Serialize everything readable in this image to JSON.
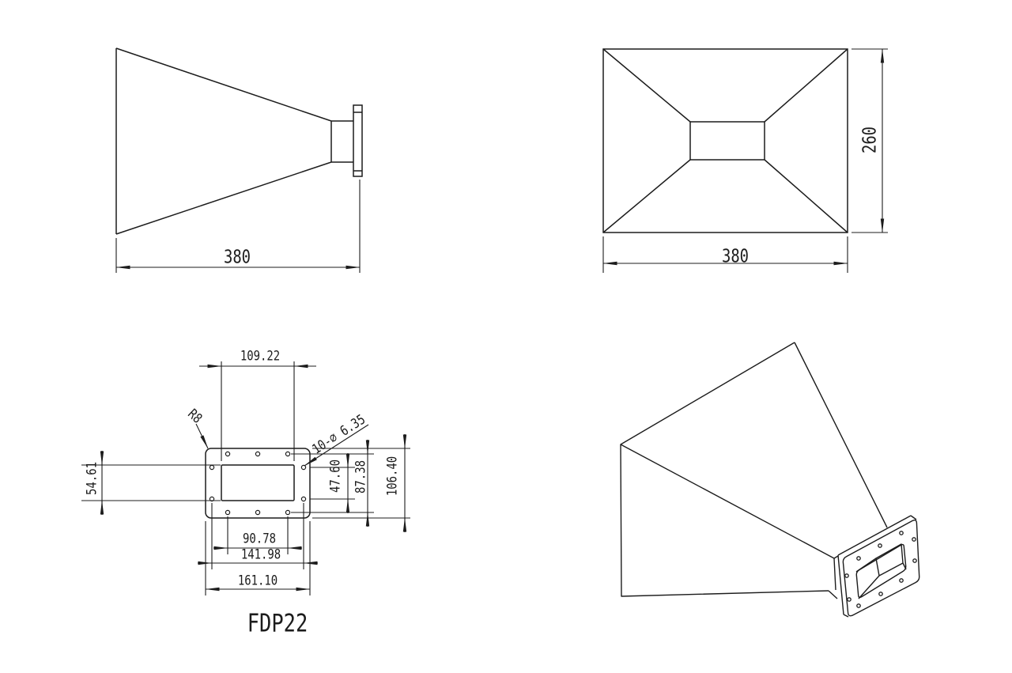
{
  "part_number": "FDP22",
  "colors": {
    "line": "#1c1c1c",
    "background": "#ffffff"
  },
  "views": {
    "side": {
      "length": "380"
    },
    "front": {
      "width": "380",
      "height": "260"
    },
    "flange": {
      "opening_width": "109.22",
      "opening_height": "54.61",
      "corner_radius": "R8",
      "hole_callout": "10-⌀ 6.35",
      "side_hole_vertical_spacing": "47.60",
      "hole_row_spacing": "87.38",
      "overall_height": "106.40",
      "bottom_hole_spacing": "90.78",
      "side_hole_spacing": "141.98",
      "overall_width": "161.10"
    }
  }
}
